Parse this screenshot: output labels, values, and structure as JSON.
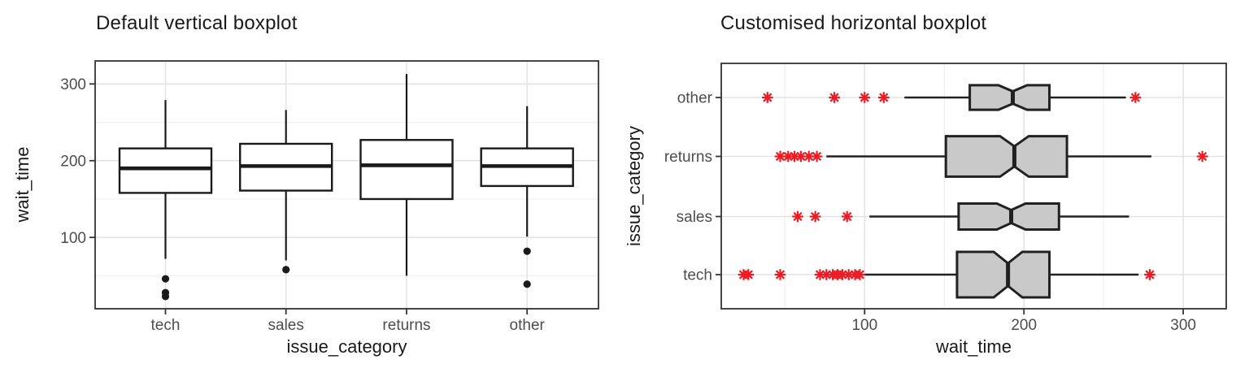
{
  "figure": {
    "left_title": "Default vertical boxplot",
    "right_title": "Customised horizontal boxplot"
  },
  "colors": {
    "background": "#ffffff",
    "grid_major": "#e3e3e3",
    "grid_minor": "#f1f1f1",
    "panel_border": "#333333",
    "axis_text": "#4d4d4d",
    "title_text": "#1a1a1a",
    "outlier_red": "#ED1C24",
    "box_grey_fill": "#c9c9c9",
    "ink": "#1a1a1a"
  },
  "chart_data": [
    {
      "type": "boxplot",
      "orientation": "vertical",
      "title": "Default vertical boxplot",
      "xlabel": "issue_category",
      "ylabel": "wait_time",
      "categories": [
        "tech",
        "sales",
        "returns",
        "other"
      ],
      "value_ticks": [
        100,
        200,
        300
      ],
      "value_minor_gridlines": [
        50,
        150,
        250
      ],
      "value_range": [
        7,
        330
      ],
      "legend": "none",
      "boxes": [
        {
          "category": "tech",
          "whisker_low": 72,
          "q1": 158,
          "median": 190,
          "q3": 216,
          "whisker_high": 279,
          "outliers": [
            46,
            28,
            23
          ]
        },
        {
          "category": "sales",
          "whisker_low": 70,
          "q1": 161,
          "median": 193,
          "q3": 222,
          "whisker_high": 266,
          "outliers": [
            58
          ]
        },
        {
          "category": "returns",
          "whisker_low": 50,
          "q1": 150,
          "median": 194,
          "q3": 227,
          "whisker_high": 313,
          "outliers": []
        },
        {
          "category": "other",
          "whisker_low": 101,
          "q1": 167,
          "median": 193,
          "q3": 216,
          "whisker_high": 271,
          "outliers": [
            82,
            39
          ]
        }
      ],
      "style": {
        "box_fill": "#ffffff",
        "line_color": "#1a1a1a",
        "outlier_marker": "circle",
        "outlier_color": "#1a1a1a",
        "notched": false
      }
    },
    {
      "type": "boxplot",
      "orientation": "horizontal",
      "title": "Customised horizontal boxplot",
      "xlabel": "wait_time",
      "ylabel": "issue_category",
      "categories": [
        "other",
        "returns",
        "sales",
        "tech"
      ],
      "value_ticks": [
        100,
        200,
        300
      ],
      "value_minor_gridlines": [
        50,
        150,
        250
      ],
      "value_range": [
        10,
        327
      ],
      "legend": "none",
      "boxes": [
        {
          "category": "other",
          "whisker_low": 125,
          "q1": 166,
          "median": 193,
          "q3": 216,
          "whisker_high": 264,
          "notch_low": 184,
          "notch_high": 202,
          "relative_width": 0.54,
          "outliers": [
            39,
            81,
            100,
            112,
            270
          ]
        },
        {
          "category": "returns",
          "whisker_low": 76,
          "q1": 151,
          "median": 194,
          "q3": 227,
          "whisker_high": 280,
          "notch_low": 185,
          "notch_high": 203,
          "relative_width": 0.89,
          "outliers": [
            47,
            52,
            56,
            60,
            65,
            70,
            312
          ]
        },
        {
          "category": "sales",
          "whisker_low": 103,
          "q1": 159,
          "median": 192,
          "q3": 222,
          "whisker_high": 266,
          "notch_low": 183,
          "notch_high": 201,
          "relative_width": 0.57,
          "outliers": [
            58,
            69,
            89
          ]
        },
        {
          "category": "tech",
          "whisker_low": 100,
          "q1": 158,
          "median": 190,
          "q3": 216,
          "whisker_high": 272,
          "notch_low": 181,
          "notch_high": 199,
          "relative_width": 1.0,
          "outliers": [
            24,
            27,
            47,
            72,
            76,
            80,
            83,
            86,
            90,
            94,
            97,
            279
          ]
        }
      ],
      "style": {
        "box_fill": "#c9c9c9",
        "line_color": "#212121",
        "outlier_marker": "asterisk",
        "outlier_color": "#ED1C24",
        "notched": true
      }
    }
  ]
}
